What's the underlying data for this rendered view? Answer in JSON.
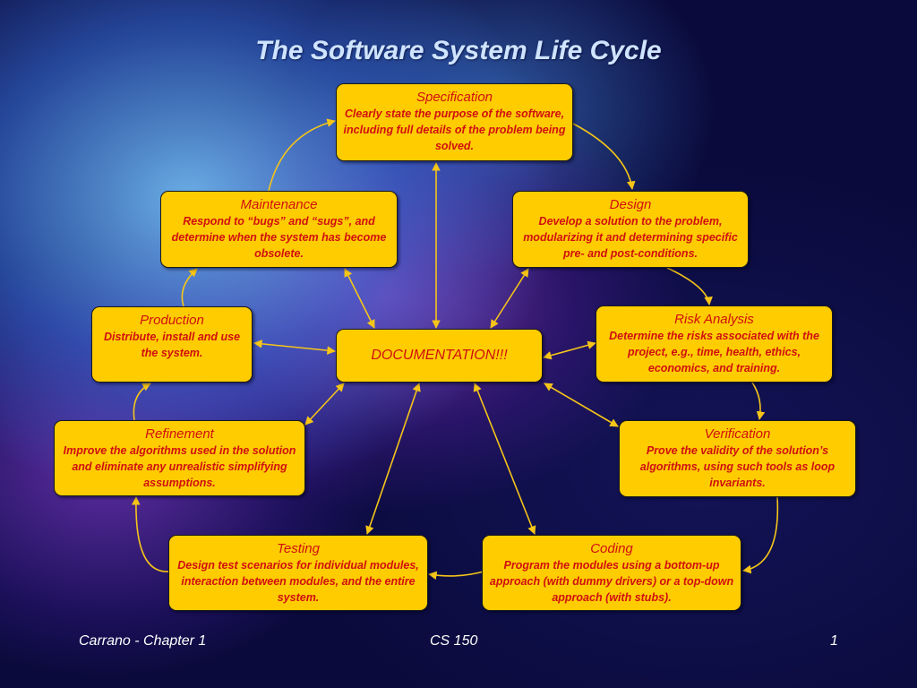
{
  "title": "The Software System Life Cycle",
  "nodes": {
    "specification": {
      "heading": "Specification",
      "desc": "Clearly state the purpose of the software, including full details of the problem being solved."
    },
    "design": {
      "heading": "Design",
      "desc": "Develop a solution to the problem, modularizing it and determining specific pre- and post-conditions."
    },
    "risk_analysis": {
      "heading": "Risk Analysis",
      "desc": "Determine the risks associated with the project, e.g., time, health, ethics, economics, and training."
    },
    "verification": {
      "heading": "Verification",
      "desc": "Prove the validity of the solution’s algorithms, using such tools as loop invariants."
    },
    "coding": {
      "heading": "Coding",
      "desc": "Program the modules using a bottom-up approach (with dummy drivers) or a top-down approach (with stubs)."
    },
    "testing": {
      "heading": "Testing",
      "desc": "Design test scenarios for individual modules, interaction between modules, and the entire system."
    },
    "refinement": {
      "heading": "Refinement",
      "desc": "Improve the algorithms used in the solution and eliminate any unrealistic simplifying assumptions."
    },
    "production": {
      "heading": "Production",
      "desc": "Distribute, install and use the system."
    },
    "maintenance": {
      "heading": "Maintenance",
      "desc": "Respond to “bugs” and “sugs”, and determine when the system has become obsolete."
    },
    "documentation": {
      "heading": "DOCUMENTATION!!!"
    }
  },
  "footer": {
    "left": "Carrano - Chapter 1",
    "center": "CS 150",
    "right": "1"
  },
  "colors": {
    "box_fill": "#ffcc00",
    "box_text": "#d01010",
    "arrow": "#f5c518",
    "title": "#cfe4ff"
  }
}
